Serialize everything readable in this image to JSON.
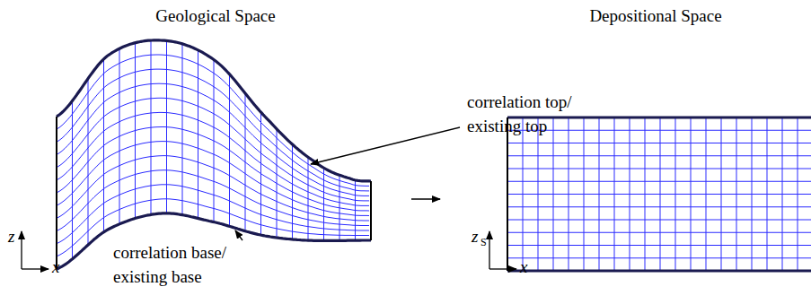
{
  "diagram": {
    "labels": [
      "Geological Space",
      "Depositional Space",
      "correlation top/ existing top",
      "correlation base/ existing base",
      "z",
      "x",
      "z",
      "S",
      "x"
    ]
  }
}
